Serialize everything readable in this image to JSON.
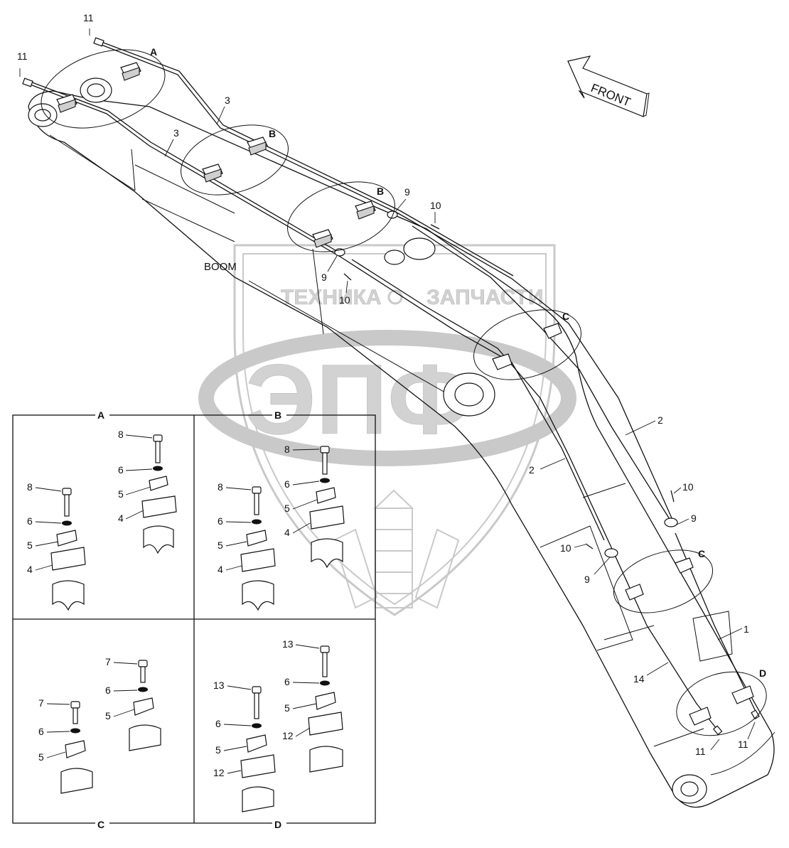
{
  "watermark": {
    "line1_left": "ТЕХНИКА",
    "line1_right": "ЗАПЧАСТИ",
    "logo": "ЭПФ"
  },
  "direction_arrow": {
    "label": "FRONT"
  },
  "main_label": "BOOM",
  "callouts": {
    "a": "A",
    "b": "B",
    "c": "C",
    "d": "D",
    "p1": "1",
    "p2": "2",
    "p3": "3",
    "p9": "9",
    "p10": "10",
    "p11": "11",
    "p14": "14"
  },
  "detail_panels": {
    "a": {
      "title": "A",
      "parts": [
        "8",
        "6",
        "5",
        "4"
      ]
    },
    "b": {
      "title": "B",
      "parts": [
        "8",
        "6",
        "5",
        "4"
      ]
    },
    "c": {
      "title": "C",
      "parts": [
        "7",
        "6",
        "5"
      ]
    },
    "d": {
      "title": "D",
      "parts": [
        "13",
        "6",
        "5",
        "12"
      ]
    }
  },
  "colors": {
    "line": "#111111",
    "watermark": "#c9c9c9",
    "background": "#ffffff"
  }
}
